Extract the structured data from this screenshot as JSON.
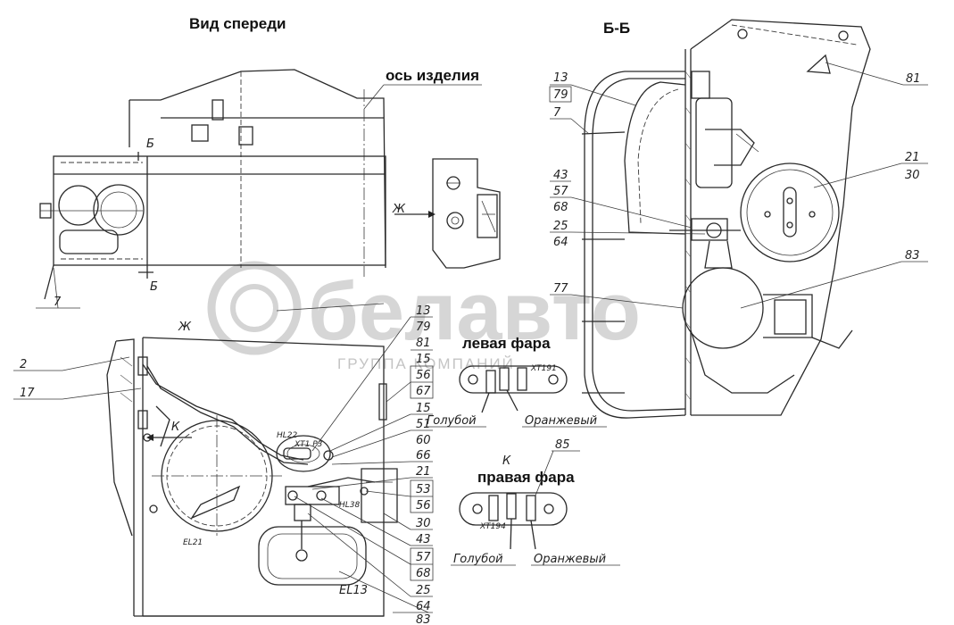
{
  "headings": {
    "front_view": "Вид спереди",
    "section_bb": "Б-Б",
    "product_axis": "ось изделия",
    "left_headlight": "левая фара",
    "right_headlight": "правая фара"
  },
  "section_marks": {
    "b_top": "Б",
    "b_bottom": "Б",
    "zh_arrow": "Ж",
    "zh_view": "Ж",
    "k_arrow": "К",
    "k_view": "К"
  },
  "wires": {
    "blue_left": "Голубой",
    "orange_left": "Оранжевый",
    "blue_right": "Голубой",
    "orange_right": "Оранжевый"
  },
  "components": {
    "hl2": "HL22",
    "xt1": "XT1 P3",
    "hl3": "HL38",
    "el21": "EL21",
    "el13": "EL13",
    "xt194": "XT194",
    "xt191": "XT191"
  },
  "front_callouts": {
    "c7": "7"
  },
  "zh_callouts": {
    "c2": "2",
    "c17": "17",
    "c13": "13",
    "c79": "79",
    "c81": "81",
    "c15_a": "15",
    "c56_a": "56",
    "c67": "67",
    "c15_b": "15",
    "c51": "51",
    "c60": "60",
    "c66": "66",
    "c21": "21",
    "c53": "53",
    "c56_b": "56",
    "c30": "30",
    "c43": "43",
    "c57": "57",
    "c68": "68",
    "c25": "25",
    "c64": "64",
    "c83": "83"
  },
  "bb_callouts": {
    "c13": "13",
    "c79": "79",
    "c7": "7",
    "c43": "43",
    "c57": "57",
    "c68": "68",
    "c25": "25",
    "c64": "64",
    "c77": "77",
    "c81": "81",
    "c21": "21",
    "c30": "30",
    "c83": "83"
  },
  "k_callouts": {
    "c85": "85"
  },
  "watermark": {
    "brand": "белавто",
    "group": "ГРУППА КОМПАНИЙ"
  }
}
